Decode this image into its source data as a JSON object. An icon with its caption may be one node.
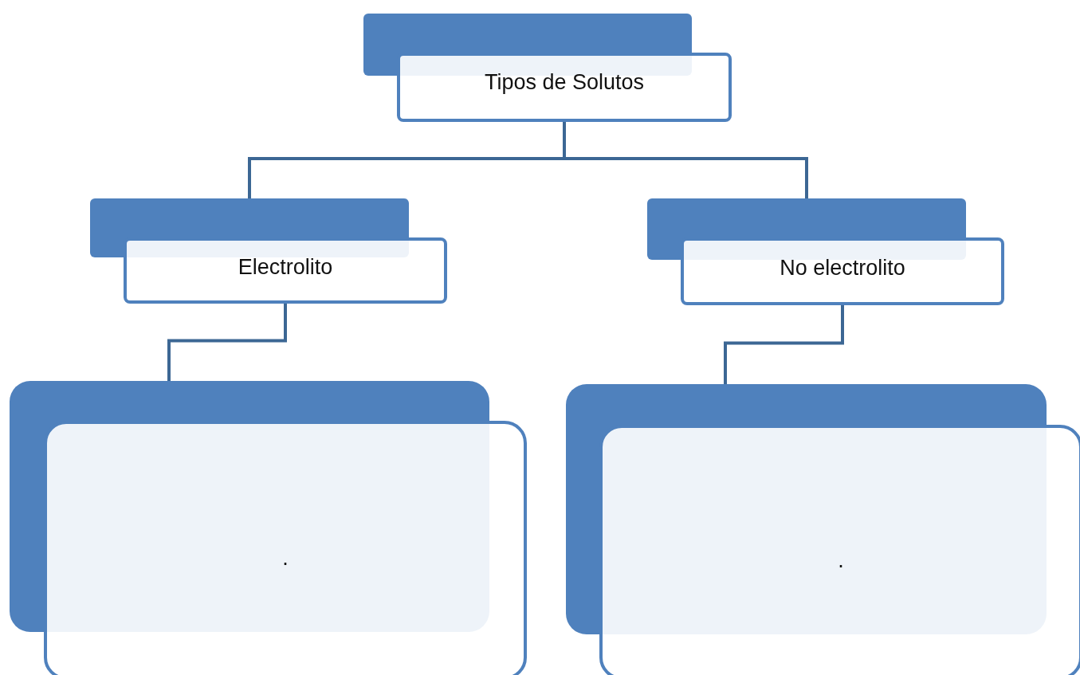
{
  "diagram": {
    "nodes": [
      {
        "text": [
          "Tipos de Solutos"
        ]
      },
      {
        "text": [
          "Electrolito"
        ]
      },
      {
        "text": [
          "No electrolito"
        ]
      },
      {
        "text": [
          "."
        ]
      },
      {
        "text": [
          "."
        ]
      }
    ],
    "edges": [
      {
        "from": 0,
        "to": 1,
        "arrow": "none"
      },
      {
        "from": 0,
        "to": 2,
        "arrow": "none"
      },
      {
        "from": 1,
        "to": 3,
        "arrow": "none"
      },
      {
        "from": 2,
        "to": 4,
        "arrow": "none"
      }
    ]
  }
}
